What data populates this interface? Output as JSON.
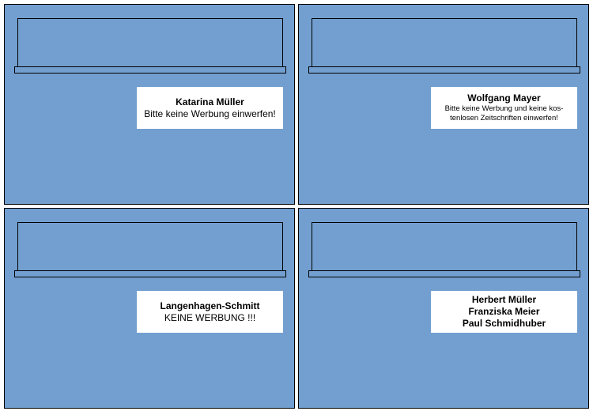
{
  "mailboxes": [
    {
      "label_name": "Katarina Müller",
      "label_note": "Bitte keine Werbung einwerfen!"
    },
    {
      "label_name": "Wolfgang Mayer",
      "label_note_line1": "Bitte keine Werbung und keine kos-",
      "label_note_line2": "tenlosen Zeitschriften einwerfen!"
    },
    {
      "label_name": "Langenhagen-Schmitt",
      "label_note": "KEINE WERBUNG !!!"
    },
    {
      "names": [
        "Herbert Müller",
        "Franziska Meier",
        "Paul Schmidhuber"
      ]
    }
  ],
  "colors": {
    "box": "#729fcf",
    "label": "#ffffff",
    "outline": "#000000"
  }
}
